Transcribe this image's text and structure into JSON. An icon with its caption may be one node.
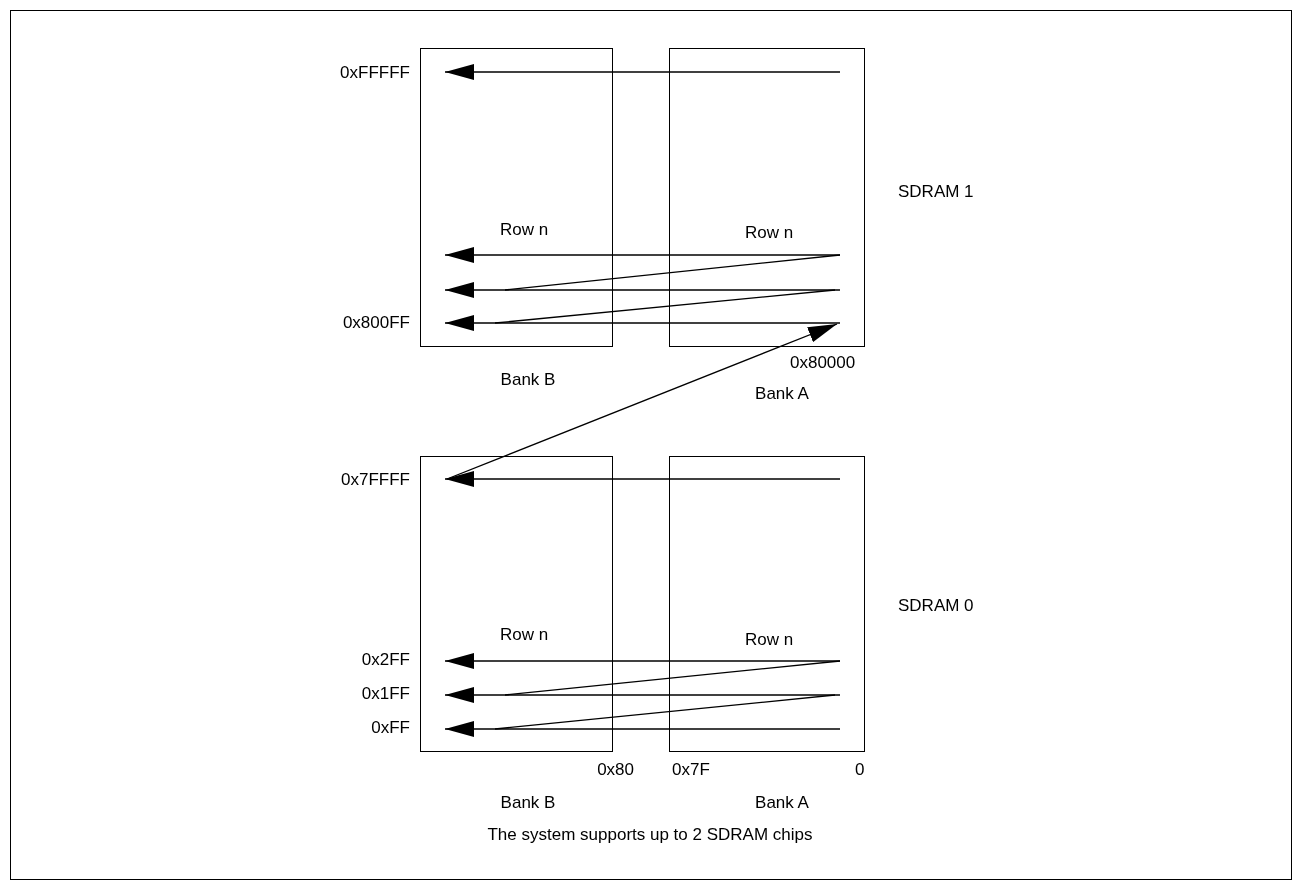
{
  "diagram": {
    "caption": "The system supports up to 2 SDRAM chips",
    "nodes": [
      {
        "text": [
          "Bank B"
        ]
      },
      {
        "text": [
          "Bank A"
        ]
      },
      {
        "text": [
          "Bank B"
        ]
      },
      {
        "text": [
          "Bank A"
        ]
      }
    ],
    "edges": [
      {
        "from": 1,
        "to": 0,
        "arrow": "to"
      },
      {
        "from": 1,
        "to": 0,
        "arrow": "to"
      },
      {
        "from": 1,
        "to": 0,
        "arrow": "none"
      },
      {
        "from": 1,
        "to": 0,
        "arrow": "to"
      },
      {
        "from": 1,
        "to": 0,
        "arrow": "none"
      },
      {
        "from": 1,
        "to": 0,
        "arrow": "to"
      },
      {
        "from": 2,
        "to": 1,
        "arrow": "to"
      },
      {
        "from": 3,
        "to": 2,
        "arrow": "to"
      },
      {
        "from": 3,
        "to": 2,
        "arrow": "to"
      },
      {
        "from": 3,
        "to": 2,
        "arrow": "none"
      },
      {
        "from": 3,
        "to": 2,
        "arrow": "to"
      },
      {
        "from": 3,
        "to": 2,
        "arrow": "none"
      },
      {
        "from": 3,
        "to": 2,
        "arrow": "to"
      }
    ],
    "labels": [
      "0xFFFFF",
      "SDRAM 1",
      "Row n",
      "Row n",
      "0x800FF",
      "0x80000",
      "0x7FFFF",
      "SDRAM 0",
      "Row n",
      "Row n",
      "0x2FF",
      "0x1FF",
      "0xFF",
      "0x80",
      "0x7F",
      "0"
    ]
  }
}
